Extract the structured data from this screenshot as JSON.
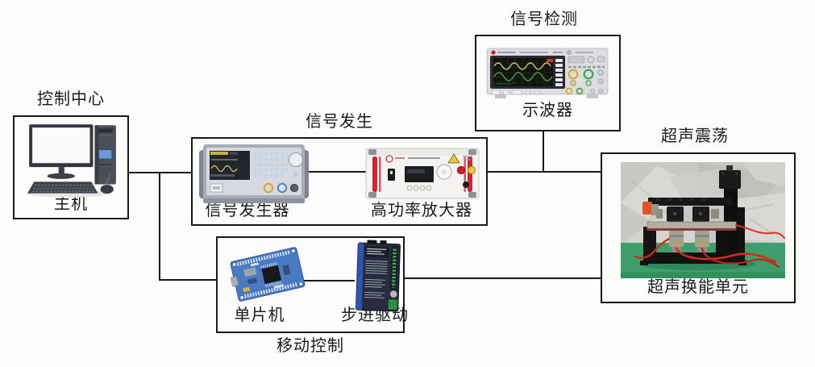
{
  "figure": {
    "background": "#fcfcfa",
    "line_color": "#1a1a1a",
    "text_color": "#1b1b1b"
  },
  "control_center": {
    "title": "控制中心",
    "host_label": "主机",
    "image": "desktop-computer"
  },
  "signal_generation": {
    "title": "信号发生",
    "generator_label": "信号发生器",
    "amplifier_label": "高功率放大器"
  },
  "signal_detection": {
    "title": "信号检测",
    "oscilloscope_label": "示波器",
    "image": "oscilloscope"
  },
  "ultrasonic_oscillation": {
    "title": "超声震荡",
    "transducer_label": "超声换能单元",
    "image": "ultrasonic-transducer-photo"
  },
  "motion_control": {
    "title": "移动控制",
    "mcu_label": "单片机",
    "stepper_label": "步进驱动"
  },
  "connections": [
    {
      "from": "主机",
      "to": "信号发生器"
    },
    {
      "from": "主机",
      "to": "单片机"
    },
    {
      "from": "信号发生器",
      "to": "高功率放大器"
    },
    {
      "from": "高功率放大器",
      "to": "超声换能单元"
    },
    {
      "from": "示波器",
      "to": "高功率放大器-超声换能单元连线"
    },
    {
      "from": "单片机",
      "to": "步进驱动"
    },
    {
      "from": "步进驱动",
      "to": "超声换能单元"
    }
  ]
}
